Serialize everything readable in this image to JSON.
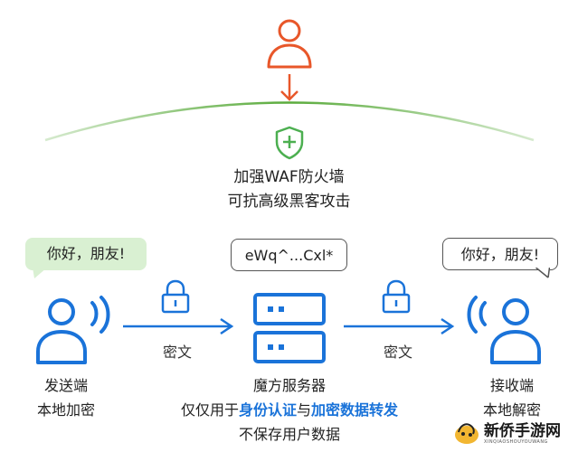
{
  "attacker_label": "",
  "waf": {
    "line1": "加强WAF防火墙",
    "line2": "可抗高级黑客攻击"
  },
  "sender": {
    "bubble": "你好，朋友!",
    "label_line1": "发送端",
    "label_line2": "本地加密"
  },
  "cipher_bubble": "eWq^...Cxl*",
  "arrow_left_label": "密文",
  "arrow_right_label": "密文",
  "server": {
    "label_line1": "魔方服务器",
    "label_line2_pre": "仅仅用于",
    "label_line2_hl1": "身份认证",
    "label_line2_mid": "与",
    "label_line2_hl2": "加密数据转发",
    "label_line3": "不保存用户数据"
  },
  "receiver": {
    "bubble": "你好，朋友!",
    "label_line1": "接收端",
    "label_line2": "本地解密"
  },
  "watermark": {
    "name": "新侨手游网",
    "sub": "XINQIAOSHOUYOUWANG"
  },
  "colors": {
    "attacker": "#e8572a",
    "shield": "#4caf50",
    "blue": "#1a73d9",
    "arc": "#5aab3c"
  }
}
